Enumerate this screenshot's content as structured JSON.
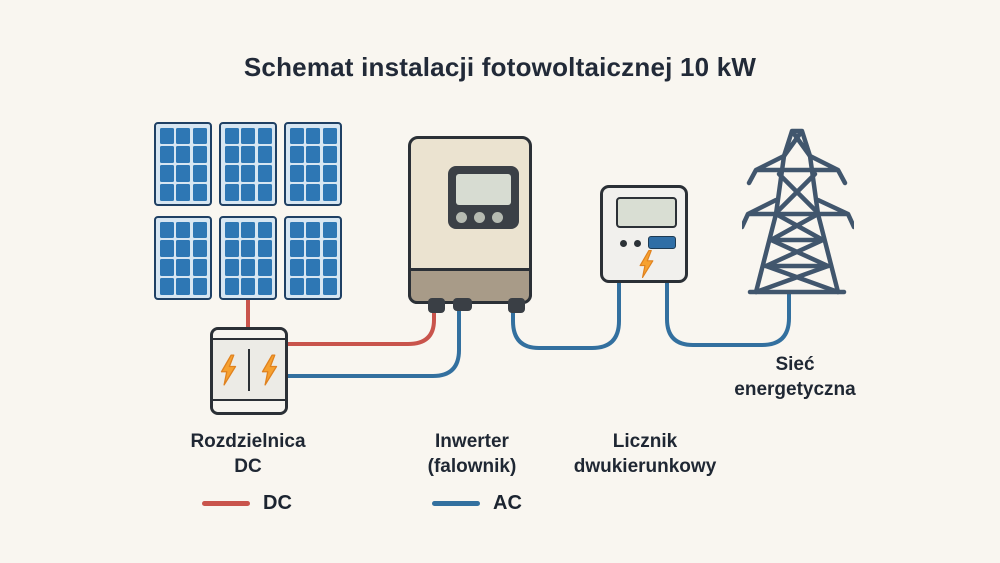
{
  "title": "Schemat instalacji fotowoltaicznej 10 kW",
  "solar_array": {
    "rows": 2,
    "cols": 3,
    "cell_rows": 4,
    "cell_cols": 3
  },
  "labels": {
    "dc_box": {
      "line1": "Rozdzielnica",
      "line2": "DC"
    },
    "inverter": {
      "line1": "Inwerter",
      "line2": "(falownik)"
    },
    "meter": {
      "line1": "Licznik",
      "line2": "dwukierunkowy"
    },
    "grid": {
      "line1": "Sieć",
      "line2": "energetyczna"
    }
  },
  "legend": {
    "dc": "DC",
    "ac": "AC"
  },
  "icons": {
    "dc_box": "lightning-bolt",
    "meter": "lightning-bolt",
    "grid": "transmission-tower"
  },
  "colors": {
    "dc": "#c9544c",
    "ac": "#33709f",
    "panel-blue": "#2e77b4",
    "panel-border": "#1f4064",
    "bolt-orange": "#f6a130",
    "bolt-edge": "#e0821f",
    "tower-gray": "#41566d"
  }
}
